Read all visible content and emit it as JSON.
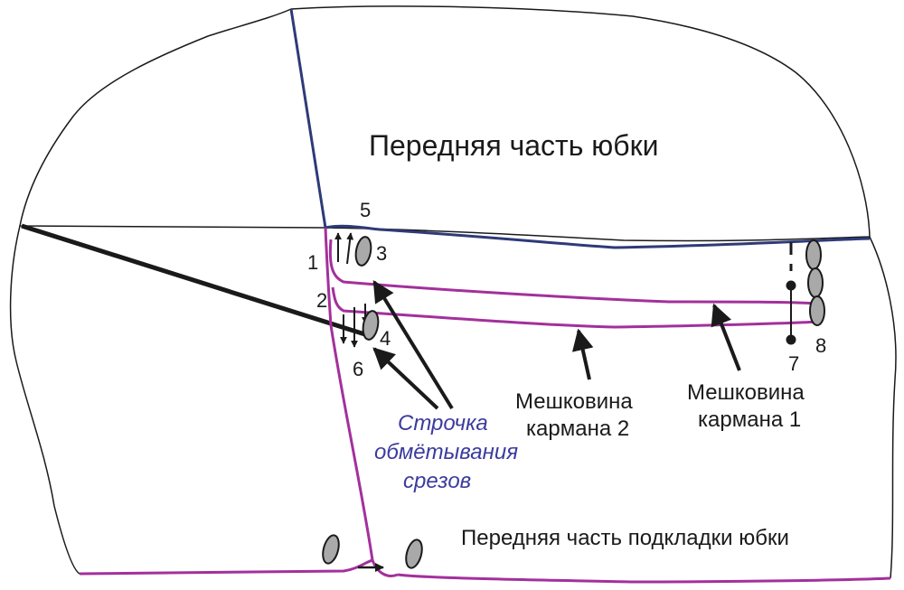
{
  "colors": {
    "outline": "#1a1a1a",
    "navy": "#2e3a78",
    "magenta": "#a3309c",
    "blue_text": "#3b3b9e",
    "marker_fill": "#a9a9a9"
  },
  "labels": {
    "front_title": "Передняя часть юбки",
    "lining_title": "Передняя часть подкладки юбки",
    "pocket_1": [
      "Мешковина",
      "кармана 1"
    ],
    "pocket_2": [
      "Мешковина",
      "кармана 2"
    ],
    "stitch_note": [
      "Строчка",
      "обмётывания",
      "срезов"
    ]
  },
  "numbers": [
    "1",
    "2",
    "3",
    "4",
    "5",
    "6",
    "7",
    "8"
  ],
  "icons": {
    "seam_marker": "grey-oval-seam-marker-icon",
    "arrow": "black-arrow-icon"
  }
}
